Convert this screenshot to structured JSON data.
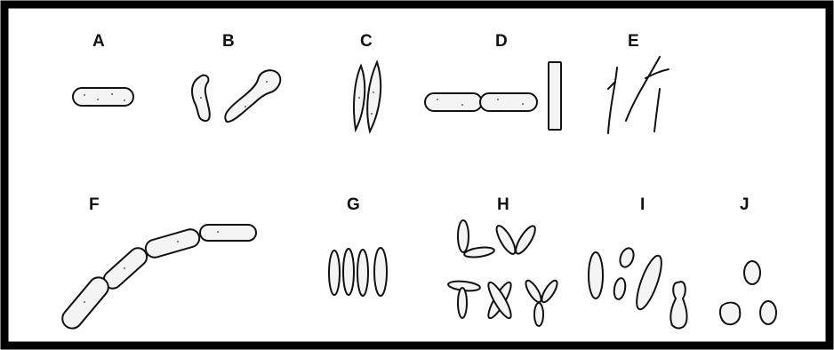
{
  "figure": {
    "labels": [
      "A",
      "B",
      "C",
      "D",
      "E",
      "F",
      "G",
      "H",
      "I",
      "J"
    ],
    "border_color": "#000000",
    "ink_color": "#111111"
  }
}
